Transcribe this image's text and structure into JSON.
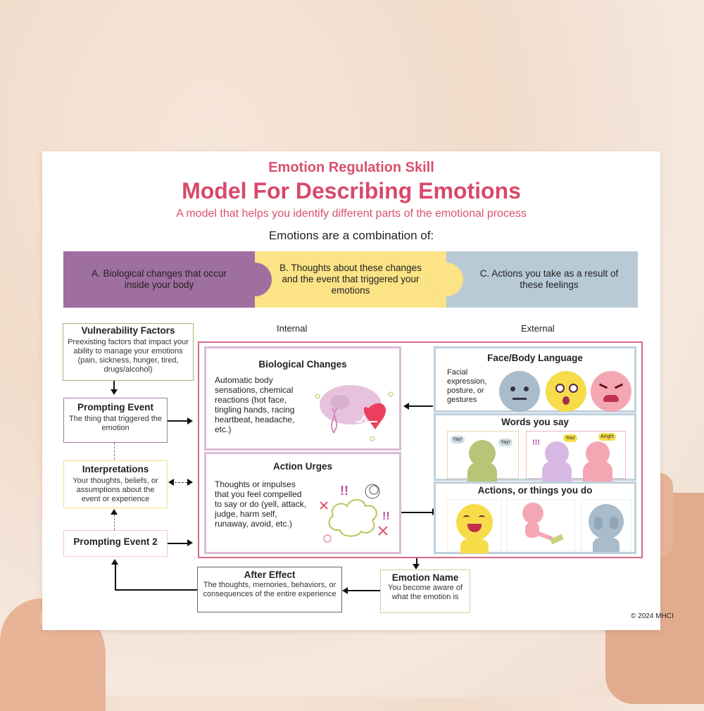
{
  "header": {
    "skill": "Emotion Regulation Skill",
    "title": "Model For Describing Emotions",
    "subtitle": "A model that helps you identify different parts of the emotional process",
    "combination": "Emotions are a combination of:"
  },
  "banners": [
    {
      "label": "A.  Biological changes that occur inside your body",
      "color": "#9f6f9f"
    },
    {
      "label": "B.  Thoughts about these changes and the event that triggered your emotions",
      "color": "#fbe386"
    },
    {
      "label": "C.  Actions you take as a result of these feelings",
      "color": "#b8cad6"
    }
  ],
  "columns": {
    "internal": "Internal",
    "external": "External"
  },
  "left_flow": {
    "vulnerability": {
      "title": "Vulnerability Factors",
      "desc": "Preexisting factors that impact your ability to manage your emotions (pain, sickness, hunger, tired, drugs/alcohol)"
    },
    "prompting": {
      "title": "Prompting Event",
      "desc": "The thing that triggered the emotion"
    },
    "interpretations": {
      "title": "Interpretations",
      "desc": "Your thoughts, beliefs, or assumptions about the event or experience"
    },
    "prompting2": {
      "title": "Prompting Event 2"
    }
  },
  "internal": {
    "bio": {
      "title": "Biological Changes",
      "desc": "Automatic body sensations, chemical reactions (hot face, tingling hands, racing heartbeat, headache, etc.)"
    },
    "urges": {
      "title": "Action Urges",
      "desc": "Thoughts or impulses that you feel compelled to say or do (yell, attack, judge, harm self, runaway, avoid, etc.)",
      "marks": "!!"
    }
  },
  "external": {
    "face": {
      "title": "Face/Body Language",
      "desc": "Facial expression, posture, or gestures"
    },
    "words": {
      "title": "Words you say",
      "bubbles": [
        "Yay!",
        "Yay!",
        "You!",
        "Arrgh!"
      ],
      "marks": "!!!"
    },
    "actions": {
      "title": "Actions, or things you do"
    }
  },
  "bottom": {
    "after": {
      "title": "After Effect",
      "desc": "The thoughts, memories, behaviors, or consequences of the entire experience"
    },
    "emotion_name": {
      "title": "Emotion Name",
      "desc": "You become aware of what the emotion is"
    }
  },
  "copyright": "© 2024 MHCI",
  "colors": {
    "accent": "#d94868",
    "purple": "#9f6f9f",
    "yellow": "#fbe386",
    "blue": "#b8cad6",
    "frame": "#d46b86"
  }
}
